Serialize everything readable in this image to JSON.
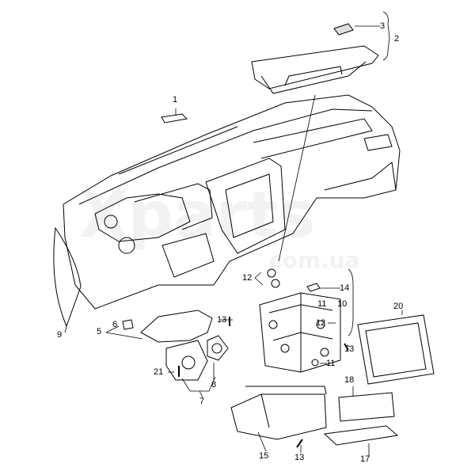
{
  "watermark": {
    "brand": "Xparts",
    "domain": "com.ua"
  },
  "callouts": [
    {
      "id": "c1",
      "text": "1"
    },
    {
      "id": "c2",
      "text": "2"
    },
    {
      "id": "c3",
      "text": "3"
    },
    {
      "id": "c5",
      "text": "5"
    },
    {
      "id": "c6",
      "text": "6"
    },
    {
      "id": "c7",
      "text": "7"
    },
    {
      "id": "c8",
      "text": "8"
    },
    {
      "id": "c9",
      "text": "9"
    },
    {
      "id": "c10",
      "text": "10"
    },
    {
      "id": "c11a",
      "text": "11"
    },
    {
      "id": "c11b",
      "text": "11"
    },
    {
      "id": "c12a",
      "text": "12"
    },
    {
      "id": "c12b",
      "text": "12"
    },
    {
      "id": "c13a",
      "text": "13"
    },
    {
      "id": "c13b",
      "text": "13"
    },
    {
      "id": "c13c",
      "text": "13"
    },
    {
      "id": "c14",
      "text": "14"
    },
    {
      "id": "c15",
      "text": "15"
    },
    {
      "id": "c17",
      "text": "17"
    },
    {
      "id": "c18",
      "text": "18"
    },
    {
      "id": "c20",
      "text": "20"
    },
    {
      "id": "c21",
      "text": "21"
    }
  ]
}
